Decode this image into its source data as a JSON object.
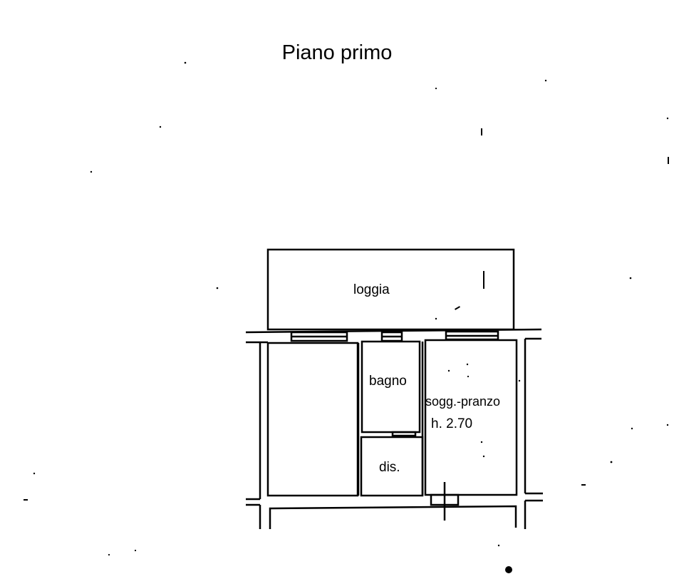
{
  "title": "Piano primo",
  "rooms": {
    "loggia": "loggia",
    "bagno": "bagno",
    "soggiorno": "sogg.-pranzo",
    "height": "h. 2.70",
    "disimpegno": "dis."
  },
  "colors": {
    "line": "#000000",
    "background": "#ffffff"
  }
}
